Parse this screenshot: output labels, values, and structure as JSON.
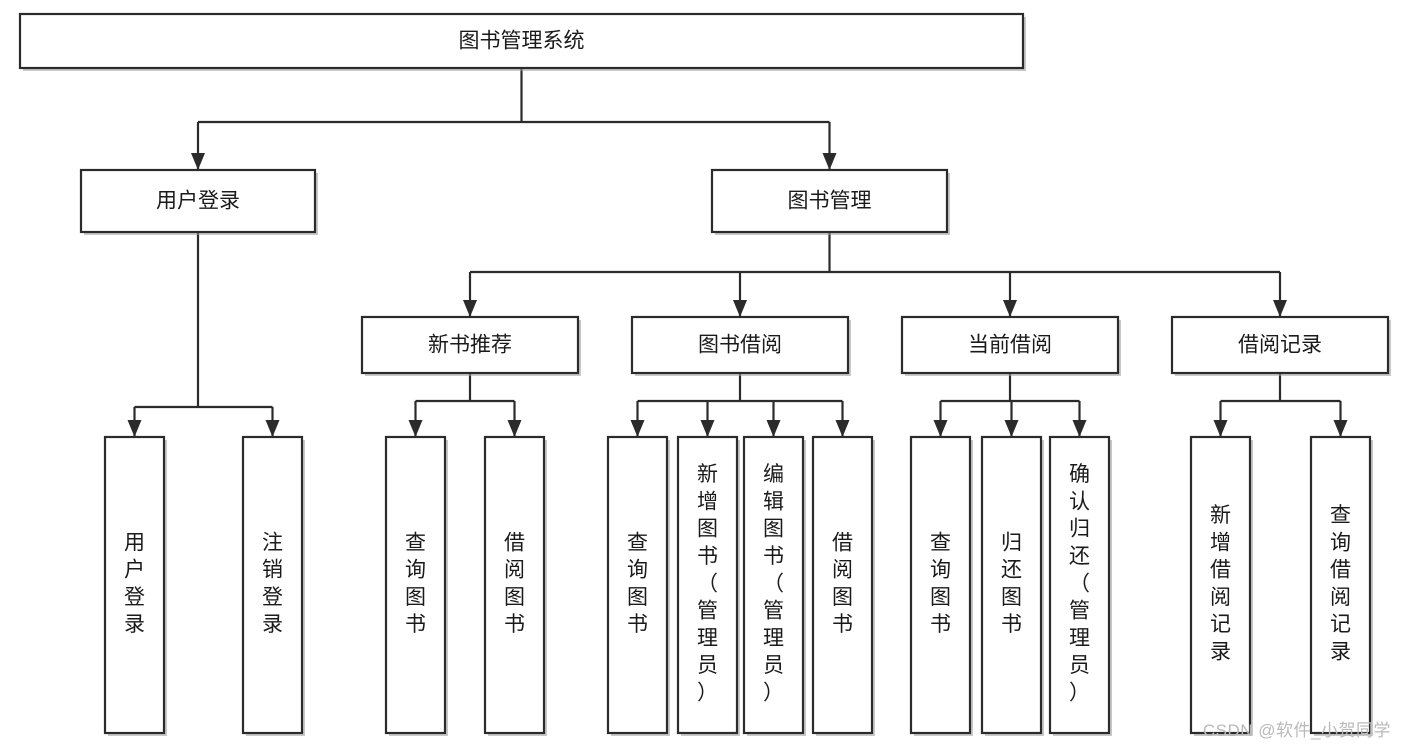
{
  "diagram": {
    "type": "hierarchy-tree",
    "title": "图书管理系统",
    "orientation": "top-down",
    "watermark": "CSDN @软件_小贺同学",
    "colors": {
      "box_fill": "#ffffff",
      "box_stroke": "#2b2b2b",
      "edge": "#2b2b2b",
      "text": "#1a1a1a",
      "watermark": "#b9b9b9"
    },
    "levels": [
      {
        "level": 1,
        "nodes": [
          {
            "id": "root",
            "label": "图书管理系统"
          }
        ]
      },
      {
        "level": 2,
        "nodes": [
          {
            "id": "login",
            "label": "用户登录",
            "parent": "root"
          },
          {
            "id": "bookmgmt",
            "label": "图书管理",
            "parent": "root"
          }
        ]
      },
      {
        "level": 3,
        "nodes": [
          {
            "id": "newbook",
            "label": "新书推荐",
            "parent": "bookmgmt"
          },
          {
            "id": "borrow",
            "label": "图书借阅",
            "parent": "bookmgmt"
          },
          {
            "id": "current",
            "label": "当前借阅",
            "parent": "bookmgmt"
          },
          {
            "id": "record",
            "label": "借阅记录",
            "parent": "bookmgmt"
          }
        ]
      },
      {
        "level": 4,
        "nodes": [
          {
            "id": "leaf1",
            "label": "用户登录",
            "parent": "login"
          },
          {
            "id": "leaf2",
            "label": "注销登录",
            "parent": "login"
          },
          {
            "id": "leaf3",
            "label": "查询图书",
            "parent": "newbook"
          },
          {
            "id": "leaf4",
            "label": "借阅图书",
            "parent": "newbook"
          },
          {
            "id": "leaf5",
            "label": "查询图书",
            "parent": "borrow"
          },
          {
            "id": "leaf6",
            "label": "新增图书（管理员）",
            "parent": "borrow"
          },
          {
            "id": "leaf7",
            "label": "编辑图书（管理员）",
            "parent": "borrow"
          },
          {
            "id": "leaf8",
            "label": "借阅图书",
            "parent": "borrow"
          },
          {
            "id": "leaf9",
            "label": "查询图书",
            "parent": "current"
          },
          {
            "id": "leaf10",
            "label": "归还图书",
            "parent": "current"
          },
          {
            "id": "leaf11",
            "label": "确认归还（管理员）",
            "parent": "current"
          },
          {
            "id": "leaf12",
            "label": "新增借阅记录",
            "parent": "record"
          },
          {
            "id": "leaf13",
            "label": "查询借阅记录",
            "parent": "record"
          }
        ]
      }
    ]
  }
}
